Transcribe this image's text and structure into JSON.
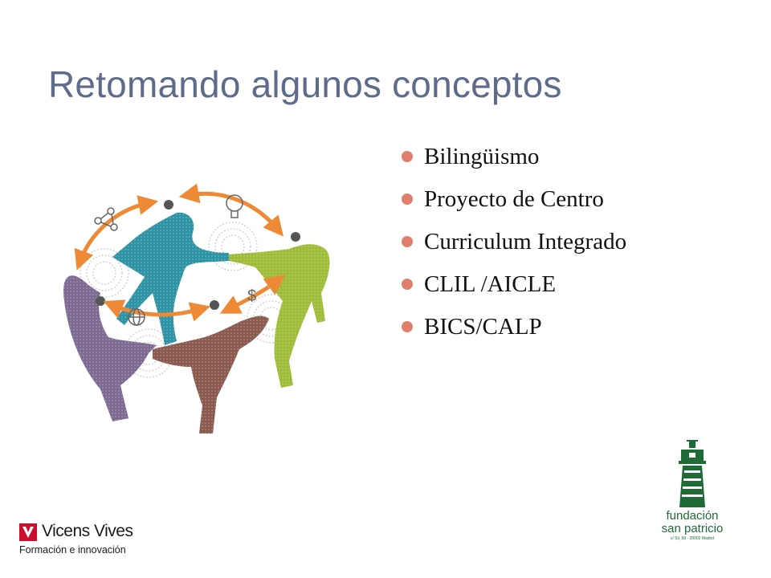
{
  "slide": {
    "title": "Retomando algunos conceptos",
    "bullets": [
      "Bilingüismo",
      "Proyecto de Centro",
      "Curriculum Integrado",
      "CLIL /AICLE",
      "BICS/CALP"
    ]
  },
  "logos": {
    "vicens_vives": {
      "name": "Vicens Vives",
      "tagline": "Formación e innovación"
    },
    "fundacion": {
      "line1": "fundación",
      "line2": "san patricio",
      "address": "c/ Sil, 58 - 28002 Madrid"
    }
  },
  "colors": {
    "title": "#5f6b8a",
    "bullet": "#e0806c",
    "figure_teal": "#2f93a6",
    "figure_green": "#9ebc38",
    "figure_purple": "#7e6b93",
    "figure_brown": "#8a5a4e",
    "arrow": "#ee8a35",
    "brand_red": "#c8102e",
    "brand_green": "#1f6b35"
  },
  "icons": [
    "eye-icon",
    "lightbulb-icon",
    "dollar-icon",
    "globe-icon",
    "network-icon"
  ]
}
